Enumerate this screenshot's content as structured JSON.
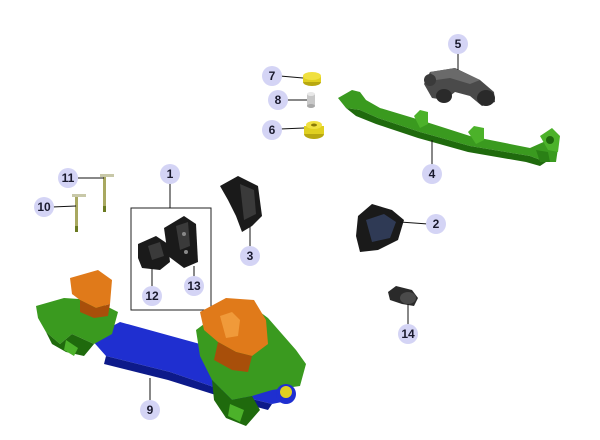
{
  "colors": {
    "callout_fill": "#d4d4f5",
    "frame_green": "#3a9a1f",
    "frame_green_dark": "#1f6a0d",
    "frame_orange": "#e07a1a",
    "frame_orange_dark": "#a84f0a",
    "tube_blue": "#1f2fd0",
    "tube_blue_dark": "#0d1a8a",
    "bracket_black": "#1a1a1a",
    "bushing_yellow": "#e0d020",
    "pin_gray": "#c8c8c8",
    "mount_gray": "#4a4a4a"
  },
  "callouts": [
    {
      "id": "c1",
      "label": "1"
    },
    {
      "id": "c2",
      "label": "2"
    },
    {
      "id": "c3",
      "label": "3"
    },
    {
      "id": "c4",
      "label": "4"
    },
    {
      "id": "c5",
      "label": "5"
    },
    {
      "id": "c6",
      "label": "6"
    },
    {
      "id": "c7",
      "label": "7"
    },
    {
      "id": "c8",
      "label": "8"
    },
    {
      "id": "c9",
      "label": "9"
    },
    {
      "id": "c10",
      "label": "10"
    },
    {
      "id": "c11",
      "label": "11"
    },
    {
      "id": "c12",
      "label": "12"
    },
    {
      "id": "c13",
      "label": "13"
    },
    {
      "id": "c14",
      "label": "14"
    }
  ]
}
